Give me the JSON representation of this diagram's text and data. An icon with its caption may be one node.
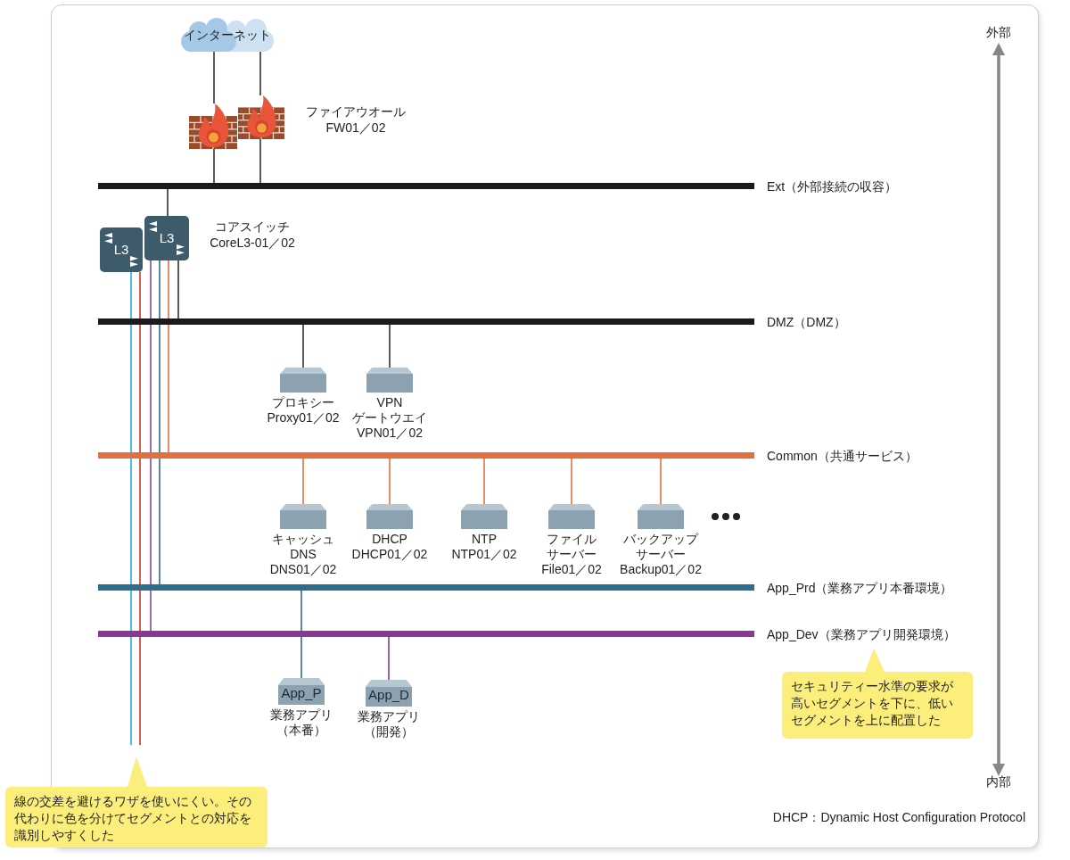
{
  "diagram": {
    "nodes": [
      {
        "text": [
          "インターネット"
        ]
      },
      {
        "text": [],
        "shape": "picture"
      },
      {
        "text": [],
        "shape": "picture",
        "beside": [
          "ファイアウオール",
          "FW01／02"
        ]
      },
      {
        "text": [
          "Ext（外部接続の収容）"
        ]
      },
      {
        "text": [
          "L3"
        ]
      },
      {
        "text": [
          "L3"
        ],
        "beside": [
          "コアスイッチ",
          "CoreL3-01／02"
        ]
      },
      {
        "text": [
          "DMZ（DMZ）"
        ]
      },
      {
        "text": [
          "プロキシー",
          "Proxy01／02"
        ]
      },
      {
        "text": [
          "VPN ゲートウエイ",
          "VPN01／02"
        ]
      },
      {
        "text": [
          "Common（共通サービス）"
        ]
      },
      {
        "text": [
          "キャッシュ DNS",
          "DNS01／02"
        ]
      },
      {
        "text": [
          "DHCP",
          "DHCP01／02"
        ]
      },
      {
        "text": [
          "NTP",
          "NTP01／02"
        ]
      },
      {
        "text": [
          "ファイルサーバー",
          "File01／02"
        ]
      },
      {
        "text": [
          "バックアップサーバー",
          "Backup01／02"
        ]
      },
      {
        "text": [
          "App_Prd（業務アプリ本番環境）"
        ]
      },
      {
        "text": [
          "App_Dev（業務アプリ開発環境）"
        ]
      },
      {
        "text": [
          "App_P",
          "業務アプリ（本番）"
        ]
      },
      {
        "text": [
          "App_D",
          "業務アプリ（開発）"
        ]
      },
      {
        "text": [
          "セキュリティー水準の要求が高いセグメントを下に、低いセグメントを上に配置した"
        ]
      },
      {
        "text": [
          "線の交差を避けるワザを使いにくい。その代わりに色を分けてセグメントとの対応を識別しやすくした"
        ]
      }
    ],
    "edges": [
      {
        "from": 0,
        "to": 1,
        "arrow": "none"
      },
      {
        "from": 0,
        "to": 2,
        "arrow": "none"
      },
      {
        "from": 1,
        "to": 3,
        "arrow": "none"
      },
      {
        "from": 2,
        "to": 3,
        "arrow": "none"
      },
      {
        "from": 3,
        "to": 5,
        "arrow": "none"
      },
      {
        "from": 5,
        "to": 6,
        "arrow": "none"
      },
      {
        "from": 5,
        "to": 9,
        "arrow": "none",
        "color": "#e2703f"
      },
      {
        "from": 5,
        "to": 15,
        "arrow": "none",
        "color": "#2f6b8c"
      },
      {
        "from": 5,
        "to": 16,
        "arrow": "none",
        "color": "#7b49a8"
      },
      {
        "from": 4,
        "to": null,
        "arrow": "none",
        "color": "#29abe2"
      },
      {
        "from": 4,
        "to": null,
        "arrow": "none",
        "color": "#c0392b"
      },
      {
        "from": 6,
        "to": 7,
        "arrow": "none"
      },
      {
        "from": 6,
        "to": 8,
        "arrow": "none"
      },
      {
        "from": 9,
        "to": 10,
        "arrow": "none",
        "color": "#e2703f"
      },
      {
        "from": 9,
        "to": 11,
        "arrow": "none",
        "color": "#e2703f"
      },
      {
        "from": 9,
        "to": 12,
        "arrow": "none",
        "color": "#e2703f"
      },
      {
        "from": 9,
        "to": 13,
        "arrow": "none",
        "color": "#e2703f"
      },
      {
        "from": 9,
        "to": 14,
        "arrow": "none",
        "color": "#e2703f"
      },
      {
        "from": 15,
        "to": 17,
        "arrow": "none",
        "color": "#2f6b8c"
      },
      {
        "from": 16,
        "to": 18,
        "arrow": "none",
        "color": "#8b3794"
      }
    ],
    "labels": [
      "外部",
      "内部",
      "DHCP：Dynamic Host Configuration Protocol"
    ]
  }
}
